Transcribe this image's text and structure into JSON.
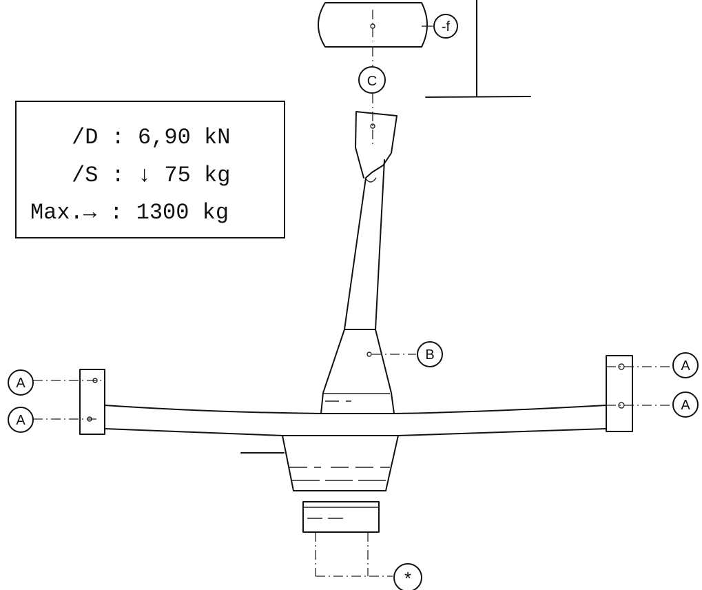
{
  "callouts": {
    "f": "-f",
    "c": "C",
    "b": "B",
    "a_left_top": "A",
    "a_left_bottom": "A",
    "a_right_top": "A",
    "a_right_bottom": "A",
    "star": "*"
  },
  "spec_box": {
    "rows": [
      {
        "label": "/D",
        "sep": ":",
        "value": "6,90 kN"
      },
      {
        "label": "/S",
        "sep": ":",
        "value": "↓ 75 kg"
      },
      {
        "label": "Max.→",
        "sep": ":",
        "value": "1300 kg"
      }
    ]
  }
}
